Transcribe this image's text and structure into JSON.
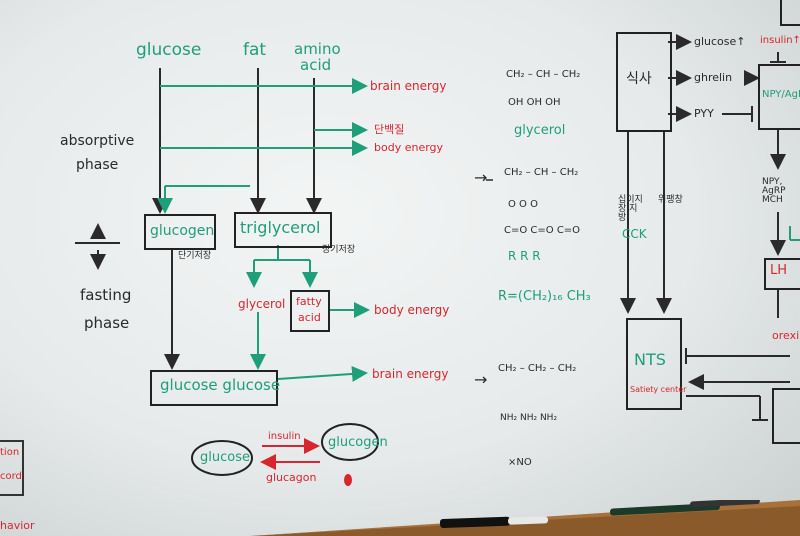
{
  "colors": {
    "marker_green": "#1f9e7a",
    "marker_black": "#2a2a2a",
    "marker_red": "#d8262e",
    "board": "#eef1f1",
    "tray": "#8b5a2b"
  },
  "left": {
    "glucose": "glucose",
    "fat": "fat",
    "amino": "amino",
    "acid": "acid",
    "absorptive": "absorptive",
    "phase_top": "phase",
    "fasting": "fasting",
    "phase_bottom": "phase",
    "brain_energy_1": "brain energy",
    "protein_kr": "단백질",
    "body_energy_1": "body energy",
    "glucogen": "glucogen",
    "short_store": "단기저장",
    "triglycerol": "triglycerol",
    "long_store": "장기저장",
    "glycerol": "glycerol",
    "fatty": "fatty",
    "acid2": "acid",
    "body_energy_2": "body energy",
    "glucose_glucose": "glucose  glucose",
    "brain_energy_2": "brain energy",
    "cycle_glucose": "glucose",
    "cycle_glucogen": "glucogen",
    "insulin": "insulin",
    "glucagon": "glucagon",
    "edge_1": "tion",
    "edge_2": "cord",
    "edge_3": "havior"
  },
  "middle": {
    "ch_row1": "CH₂ – CH – CH₂",
    "oh_row": "OH   OH   OH",
    "glycerol_label": "glycerol",
    "arrow1": "→",
    "ch_row2": "CH₂ – CH – CH₂",
    "o_row": "O    O    O",
    "c_row": "C=O  C=O  C=O",
    "r_row": "R    R    R",
    "r_formula": "R=(CH₂)₁₆ CH₃",
    "arrow2": "→",
    "ch_row3": "CH₂ – CH₂ – CH₂",
    "nh_row": "NH₂   NH₂   NH₂",
    "no_label": "×NO"
  },
  "right": {
    "meal": "식사",
    "glucose_up": "glucose↑",
    "insulin_up": "insulin↑",
    "ghrelin": "ghrelin",
    "pyy": "PYY",
    "npy_agrp": "NPY/AgRP",
    "cck_kr": "십이지장 지방",
    "stomach_kr": "위팽창",
    "cck": "CCK",
    "npy_agrp_mch": "NPY, AgRP MCH",
    "lh": "LH",
    "orexin": "orexin",
    "nts": "NTS",
    "satiety": "Satiety center"
  }
}
